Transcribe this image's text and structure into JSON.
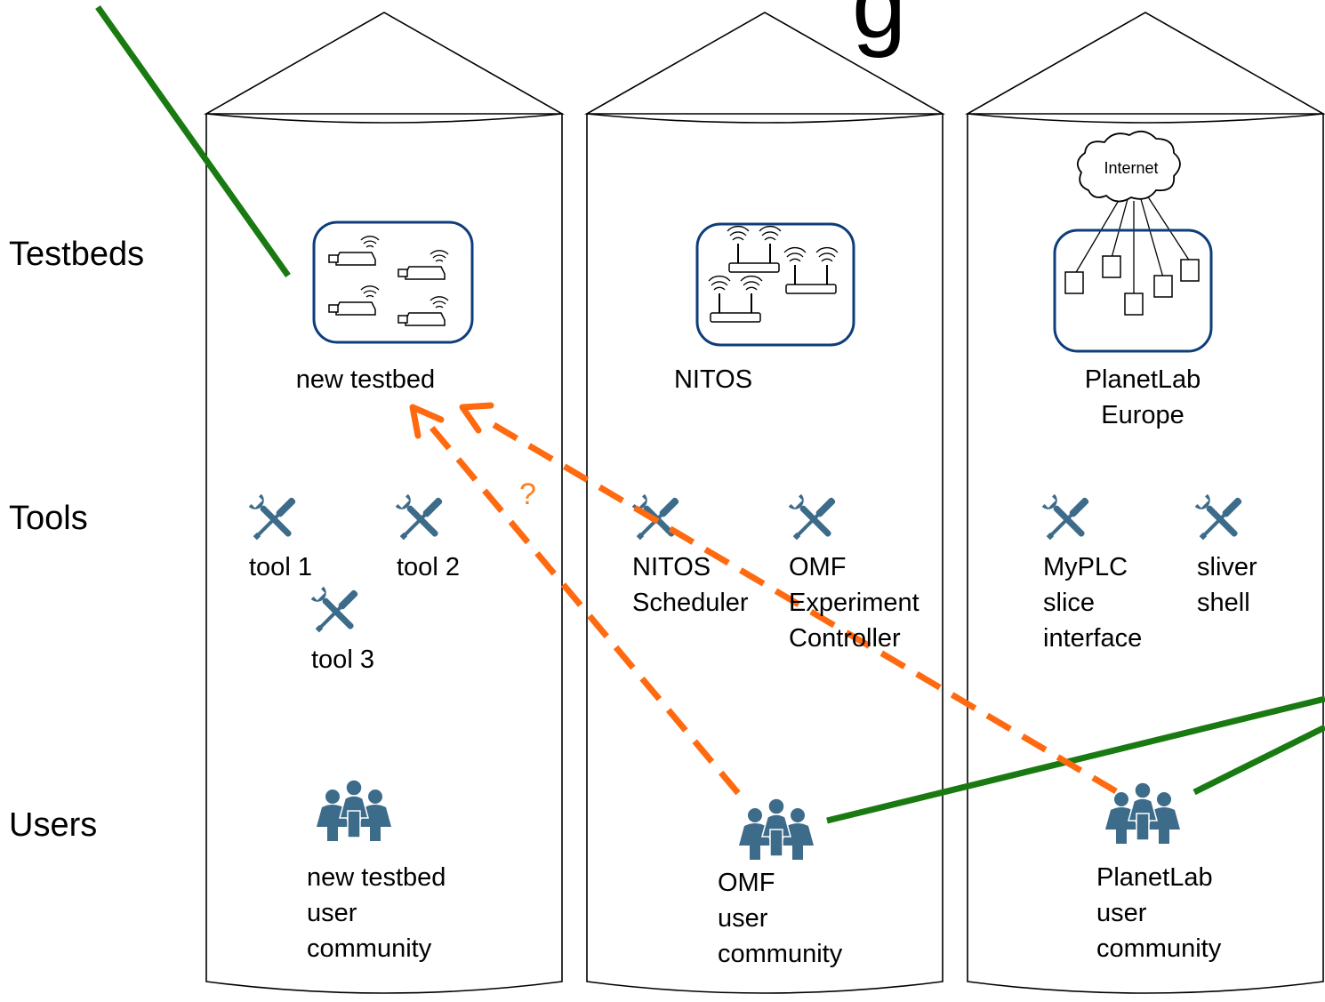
{
  "title_fragment": "g",
  "rows": {
    "testbeds": "Testbeds",
    "tools": "Tools",
    "users": "Users"
  },
  "silos": [
    {
      "testbed": "new testbed",
      "tools": [
        "tool 1",
        "tool 2",
        "tool 3"
      ],
      "community": "new testbed\nuser\ncommunity"
    },
    {
      "testbed": "NITOS",
      "tools": [
        "NITOS\nScheduler",
        "OMF\nExperiment\nController"
      ],
      "community": "OMF\nuser\ncommunity"
    },
    {
      "testbed": "PlanetLab Europe",
      "tools": [
        "MyPLC\nslice\ninterface",
        "sliver\nshell"
      ],
      "community": "PlanetLab\nuser\ncommunity",
      "cloud_label": "Internet"
    }
  ],
  "question_mark": "?",
  "colors": {
    "silo_stroke": "#000000",
    "testbed_box": "#0d3d7a",
    "icon": "#3d6b8a",
    "dashed_arrow": "#ff6a10",
    "green_line": "#1a7a12"
  },
  "icons": {
    "tool": "wrench-screwdriver-icon",
    "community": "users-group-icon",
    "cloud": "cloud-icon"
  }
}
